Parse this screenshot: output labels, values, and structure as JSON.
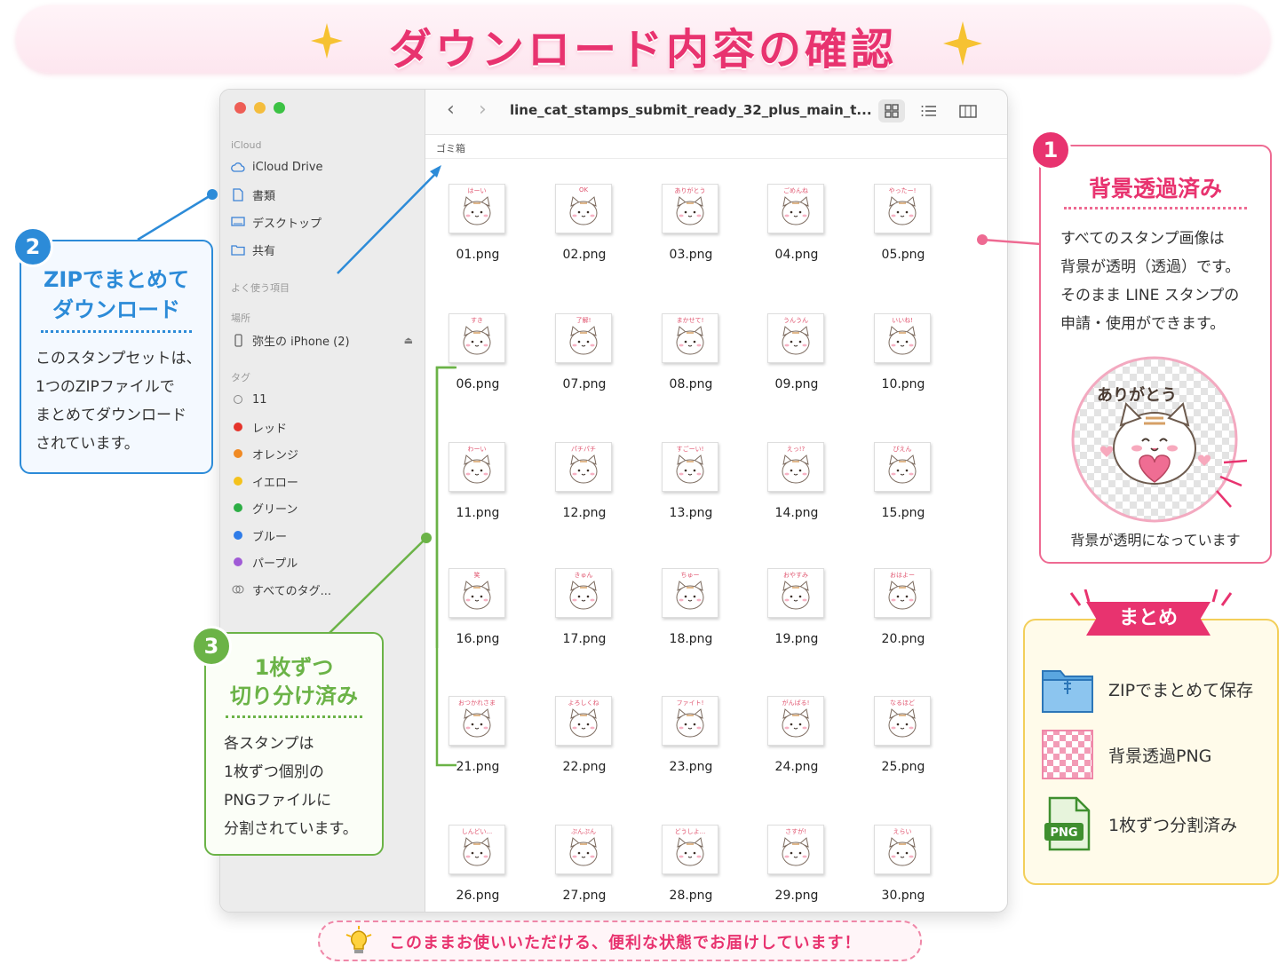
{
  "banner": {
    "title": "ダウンロード内容の確認"
  },
  "window": {
    "path_title": "line_cat_stamps_submit_ready_32_plus_main_t...",
    "breadcrumb": "ゴミ箱"
  },
  "sidebar": {
    "icloud_section": "iCloud",
    "icloud_items": [
      {
        "label": "iCloud Drive",
        "icon": "cloud-icon"
      },
      {
        "label": "書類",
        "icon": "document-icon"
      },
      {
        "label": "デスクトップ",
        "icon": "desktop-icon"
      },
      {
        "label": "共有",
        "icon": "shared-folder-icon"
      }
    ],
    "favorites_section": "よく使う項目",
    "locations_section": "場所",
    "location_item": "弥生の iPhone (2)",
    "tags_section": "タグ",
    "tags": [
      {
        "label": "11",
        "color": ""
      },
      {
        "label": "レッド",
        "color": "#e5342b"
      },
      {
        "label": "オレンジ",
        "color": "#f08a24"
      },
      {
        "label": "イエロー",
        "color": "#f4c21c"
      },
      {
        "label": "グリーン",
        "color": "#2dae45"
      },
      {
        "label": "ブルー",
        "color": "#2f7ce8"
      },
      {
        "label": "パープル",
        "color": "#a05bd6"
      },
      {
        "label": "すべてのタグ...",
        "color": ""
      }
    ]
  },
  "files": [
    {
      "name": "01.png",
      "stamp": "はーい"
    },
    {
      "name": "02.png",
      "stamp": "OK"
    },
    {
      "name": "03.png",
      "stamp": "ありがとう"
    },
    {
      "name": "04.png",
      "stamp": "ごめんね"
    },
    {
      "name": "05.png",
      "stamp": "やったー!"
    },
    {
      "name": "06.png",
      "stamp": "すき"
    },
    {
      "name": "07.png",
      "stamp": "了解!"
    },
    {
      "name": "08.png",
      "stamp": "まかせて!"
    },
    {
      "name": "09.png",
      "stamp": "うんうん"
    },
    {
      "name": "10.png",
      "stamp": "いいね!"
    },
    {
      "name": "11.png",
      "stamp": "わーい"
    },
    {
      "name": "12.png",
      "stamp": "パチパチ"
    },
    {
      "name": "13.png",
      "stamp": "すごーい!"
    },
    {
      "name": "14.png",
      "stamp": "えっ!?"
    },
    {
      "name": "15.png",
      "stamp": "ぴえん"
    },
    {
      "name": "16.png",
      "stamp": "笑"
    },
    {
      "name": "17.png",
      "stamp": "きゅん"
    },
    {
      "name": "18.png",
      "stamp": "ちゅー"
    },
    {
      "name": "19.png",
      "stamp": "おやすみ"
    },
    {
      "name": "20.png",
      "stamp": "おはよー"
    },
    {
      "name": "21.png",
      "stamp": "おつかれさま"
    },
    {
      "name": "22.png",
      "stamp": "よろしくね"
    },
    {
      "name": "23.png",
      "stamp": "ファイト!"
    },
    {
      "name": "24.png",
      "stamp": "がんばる!"
    },
    {
      "name": "25.png",
      "stamp": "なるほど"
    },
    {
      "name": "26.png",
      "stamp": "しんどい..."
    },
    {
      "name": "27.png",
      "stamp": "ぷんぷん"
    },
    {
      "name": "28.png",
      "stamp": "どうしよ..."
    },
    {
      "name": "29.png",
      "stamp": "さすが!"
    },
    {
      "name": "30.png",
      "stamp": "えらい"
    }
  ],
  "callout1": {
    "number": "1",
    "title": "背景透過済み",
    "body": [
      "すべてのスタンプ画像は",
      "背景が透明（透過）です。",
      "そのまま LINE スタンプの",
      "申請・使用ができます。"
    ],
    "sample_text": "ありがとう",
    "caption": "背景が透明になっています"
  },
  "callout2": {
    "number": "2",
    "title_lines": [
      "ZIPでまとめて",
      "ダウンロード"
    ],
    "body": [
      "このスタンプセットは、",
      "1つのZIPファイルで",
      "まとめてダウンロード",
      "されています。"
    ]
  },
  "callout3": {
    "number": "3",
    "title_lines": [
      "1枚ずつ",
      "切り分け済み"
    ],
    "body": [
      "各スタンプは",
      "1枚ずつ個別の",
      "PNGファイルに",
      "分割されています。"
    ]
  },
  "summary": {
    "title": "まとめ",
    "items": [
      {
        "label": "ZIPでまとめて保存",
        "icon": "zip-folder-icon"
      },
      {
        "label": "背景透過PNG",
        "icon": "transparent-checker-icon"
      },
      {
        "label": "1枚ずつ分割済み",
        "icon": "png-file-icon"
      }
    ],
    "png_badge": "PNG"
  },
  "footer": {
    "text": "このままお使いいただける、便利な状態でお届けしています！"
  },
  "colors": {
    "accent_pink": "#e8336f",
    "blue": "#2c8bd8",
    "green": "#6bb347",
    "yellow": "#f3cf5a"
  }
}
